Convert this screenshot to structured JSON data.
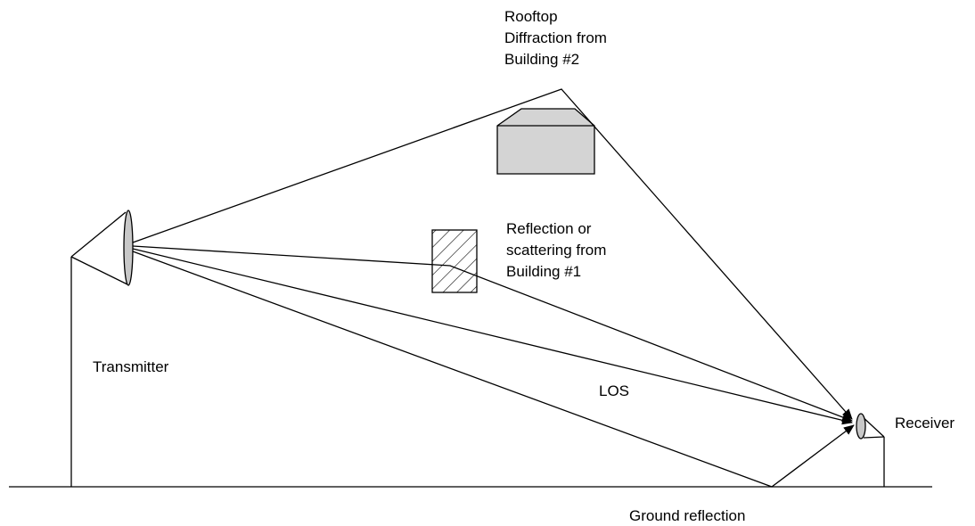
{
  "labels": {
    "rooftop_line1": "Rooftop",
    "rooftop_line2": "Diffraction from",
    "rooftop_line3": "Building #2",
    "reflection_line1": "Reflection or",
    "reflection_line2": "scattering from",
    "reflection_line3": "Building #1",
    "transmitter": "Transmitter",
    "los": "LOS",
    "receiver": "Receiver",
    "ground_reflection": "Ground reflection"
  },
  "colors": {
    "line": "#000000",
    "building2_fill": "#d4d4d4",
    "antenna_fill": "#c8c8c8",
    "background": "#ffffff"
  }
}
